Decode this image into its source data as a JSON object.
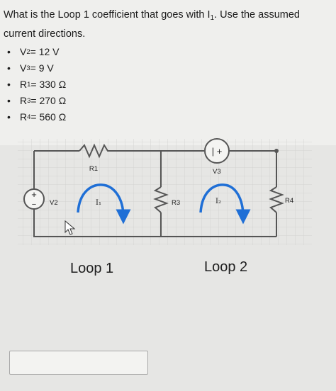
{
  "question": {
    "text_before": "What is the Loop 1 coefficient that goes with I",
    "sub": "1",
    "text_after": ". Use the assumed current directions."
  },
  "params": [
    {
      "name": "V",
      "sub": "2",
      "value": " = 12 V"
    },
    {
      "name": "V",
      "sub": "3",
      "value": " = 9 V"
    },
    {
      "name": "R",
      "sub": "1",
      "value": " = 330 Ω"
    },
    {
      "name": "R",
      "sub": "3",
      "value": " = 270 Ω"
    },
    {
      "name": "R",
      "sub": "4",
      "value": " = 560 Ω"
    }
  ],
  "bullet": "•",
  "circuit": {
    "r1": "R1",
    "r3": "R3",
    "r4": "R4",
    "v2": "V2",
    "v3": "V3",
    "i1": "I₁",
    "i2": "I₂",
    "plus": "+",
    "minus": "−",
    "v3_symbol": "| +"
  },
  "loops": {
    "loop1": "Loop 1",
    "loop2": "Loop 2"
  },
  "answer": {
    "value": ""
  }
}
